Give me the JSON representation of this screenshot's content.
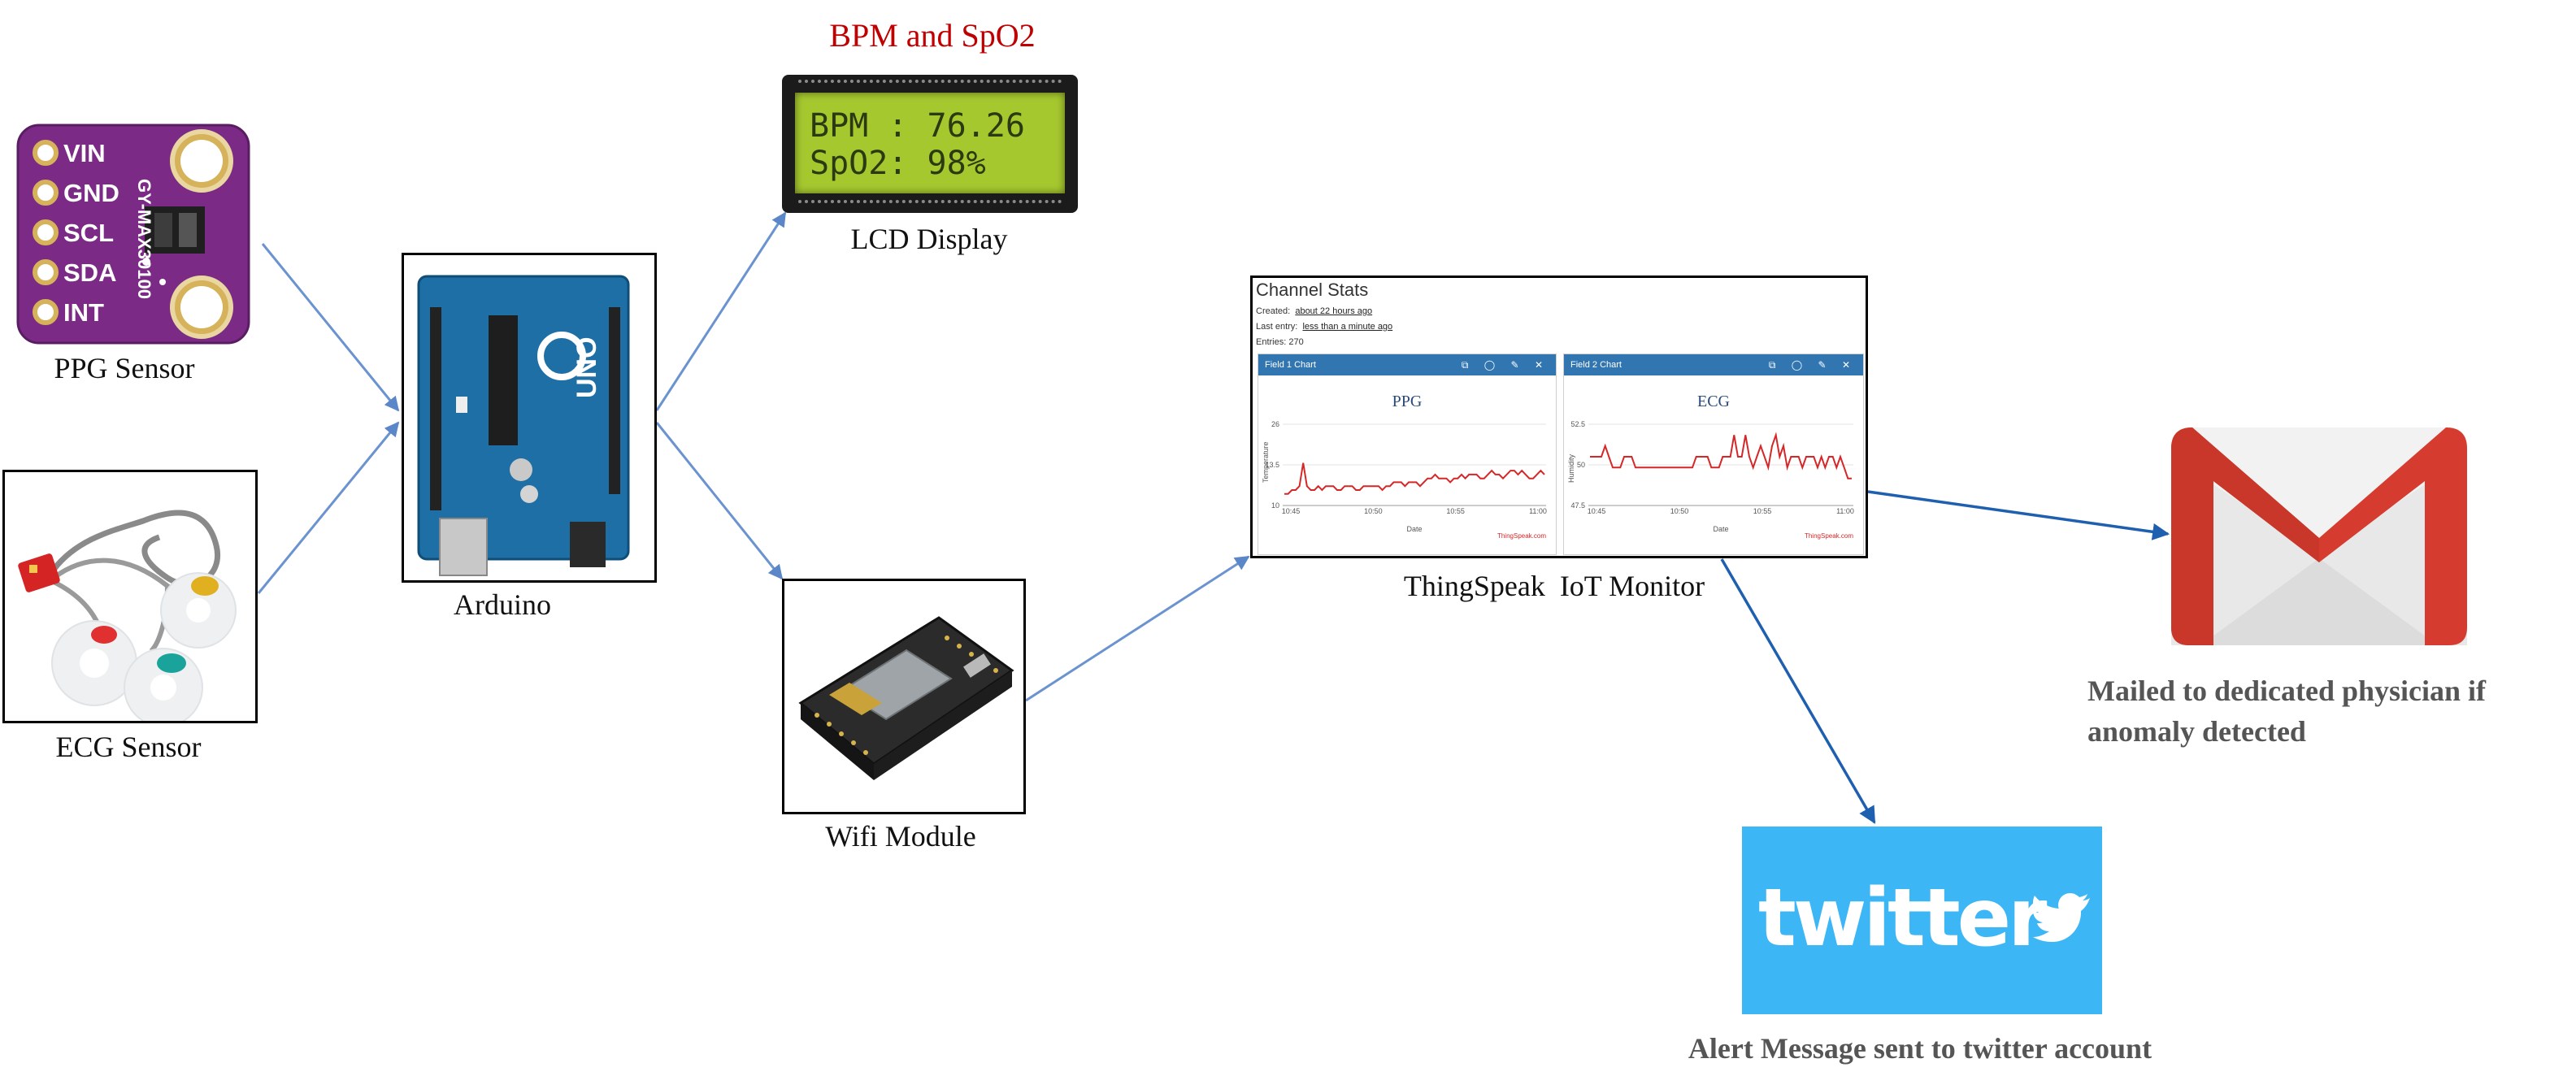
{
  "header": {
    "title": "BPM and SpO2",
    "title_color": "#c00000"
  },
  "components": {
    "ppg": {
      "label": "PPG Sensor",
      "pins": [
        "VIN",
        "GND",
        "SCL",
        "SDA",
        "INT"
      ],
      "board_text": "GY-MAX30100",
      "board_color": "#7b2a86"
    },
    "ecg": {
      "label": "ECG Sensor"
    },
    "arduino": {
      "label": "Arduino"
    },
    "lcd": {
      "label": "LCD Display",
      "line1": "BPM : 76.26",
      "line2": "SpO2: 98%"
    },
    "wifi": {
      "label": "Wifi Module"
    },
    "thingspeak": {
      "label": "ThingSpeak  IoT Monitor",
      "channel_title": "Channel Stats",
      "created_label": "Created:",
      "created_value": "about 22 hours ago",
      "last_entry_label": "Last entry:",
      "last_entry_value": "less than a minute ago",
      "entries": "Entries: 270",
      "panel1_title": "Field 1 Chart",
      "panel2_title": "Field 2 Chart",
      "panel_icons": "⧉ ◯ ✎ ✕"
    },
    "gmail": {
      "label_line1": "Mailed to dedicated physician if",
      "label_line2": "anomaly detected"
    },
    "twitter": {
      "logo_text": "twitter",
      "label": "Alert Message sent to twitter account",
      "color": "#3cb6f5"
    }
  },
  "chart_data": [
    {
      "type": "line",
      "title": "PPG",
      "xlabel": "Date",
      "ylabel": "Temperature",
      "x_ticks": [
        "10:45",
        "10:50",
        "10:55",
        "11:00"
      ],
      "y_ticks": [
        "26",
        "13.5",
        "10"
      ],
      "ylim": [
        8,
        29
      ],
      "watermark": "ThingSpeak.com",
      "series": [
        {
          "color": "#d62728",
          "values": [
            11,
            11,
            12,
            12,
            13,
            19,
            13,
            12,
            12,
            13,
            12,
            13,
            13,
            13,
            12,
            12,
            13,
            13,
            13,
            12,
            12,
            13,
            13,
            13,
            13,
            13,
            12,
            13,
            13,
            14,
            14,
            14,
            13,
            14,
            14,
            14,
            13,
            14,
            15,
            15,
            16,
            15,
            15,
            15,
            14,
            15,
            15,
            16,
            15,
            16,
            16,
            16,
            15,
            15,
            16,
            17,
            16,
            16,
            15,
            16,
            17,
            17,
            16,
            17,
            16,
            15,
            15,
            16,
            17,
            16
          ]
        }
      ]
    },
    {
      "type": "line",
      "title": "ECG",
      "xlabel": "Date",
      "ylabel": "Humidity",
      "x_ticks": [
        "10:45",
        "10:50",
        "10:55",
        "11:00"
      ],
      "y_ticks": [
        "52.5",
        "50",
        "47.5"
      ],
      "ylim": [
        46.5,
        54
      ],
      "watermark": "ThingSpeak.com",
      "series": [
        {
          "color": "#d62728",
          "values": [
            51,
            51,
            51,
            51,
            52,
            51,
            50,
            50,
            50,
            51,
            51,
            51,
            50,
            50,
            50,
            50,
            50,
            50,
            50,
            50,
            50,
            50,
            50,
            50,
            50,
            50,
            50,
            50,
            51,
            51,
            51,
            51,
            50,
            50,
            50,
            51,
            51,
            51,
            53,
            51,
            51,
            53,
            51,
            50,
            51,
            52,
            51,
            50,
            52,
            53,
            51,
            52,
            50,
            51,
            51,
            51,
            50,
            51,
            51,
            51,
            50,
            51,
            50,
            51,
            51,
            50,
            51,
            50,
            49,
            49
          ]
        }
      ]
    }
  ]
}
